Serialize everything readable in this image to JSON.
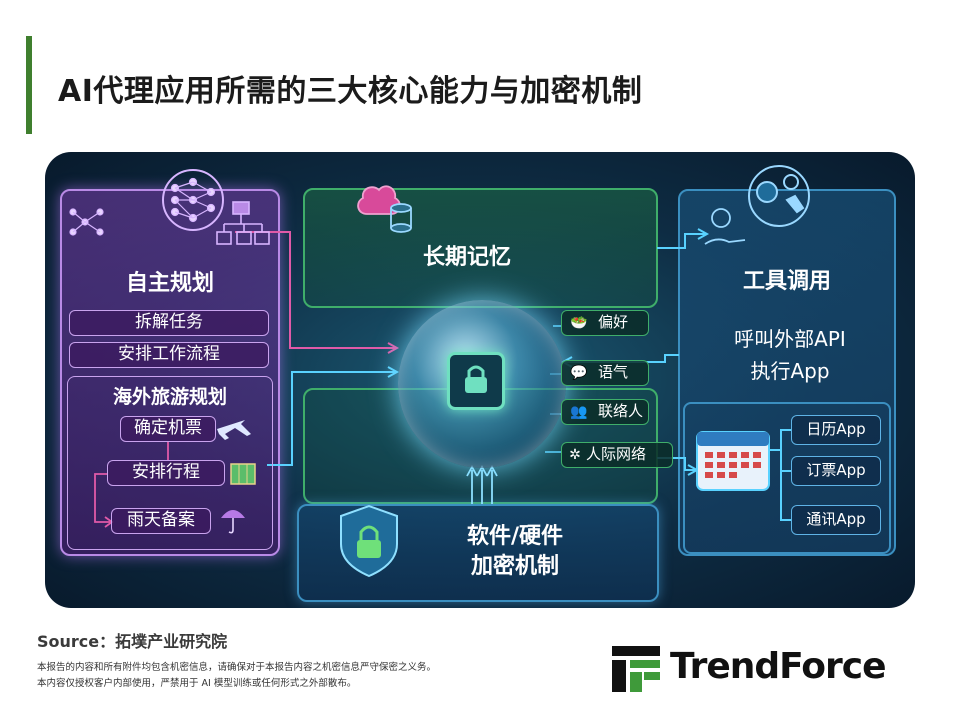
{
  "header": {
    "title": "AI代理应用所需的三大核心能力与加密机制"
  },
  "planning": {
    "title": "自主规划",
    "items": [
      "拆解任务",
      "安排工作流程"
    ],
    "example": {
      "title": "海外旅游规划",
      "steps": [
        "确定机票",
        "安排行程",
        "雨天备案"
      ]
    }
  },
  "memory": {
    "title": "长期记忆",
    "tags": [
      "偏好",
      "语气",
      "联络人",
      "人际网络"
    ]
  },
  "tools": {
    "title": "工具调用",
    "desc_line1": "呼叫外部API",
    "desc_line2": "执行App",
    "apps": [
      "日历App",
      "订票App",
      "通讯App"
    ],
    "api_label": "API"
  },
  "security": {
    "line1": "软件/硬件",
    "line2": "加密机制"
  },
  "footer": {
    "source": "Source：拓墣产业研究院",
    "note1": "本报告的内容和所有附件均包含机密信息，请确保对于本报告内容之机密信息严守保密之义务。",
    "note2": "本内容仅授权客户内部使用，严禁用于 AI 模型训练或任何形式之外部散布。",
    "brand": "TrendForce"
  },
  "colors": {
    "accent_green": "#3f7f2e",
    "planning_purple": "#b98ae6",
    "memory_green": "#3fae6a",
    "tools_blue": "#3b8fc0",
    "link_pink": "#e05aa8",
    "link_cyan": "#59d2ff"
  },
  "icons": [
    "neural-network-icon",
    "flowchart-icon",
    "brain-database-icon",
    "gear-api-icon",
    "hand-api-icon",
    "shield-lock-icon",
    "calendar-icon",
    "airplane-icon",
    "map-icon",
    "umbrella-icon",
    "lock-chip-icon"
  ]
}
